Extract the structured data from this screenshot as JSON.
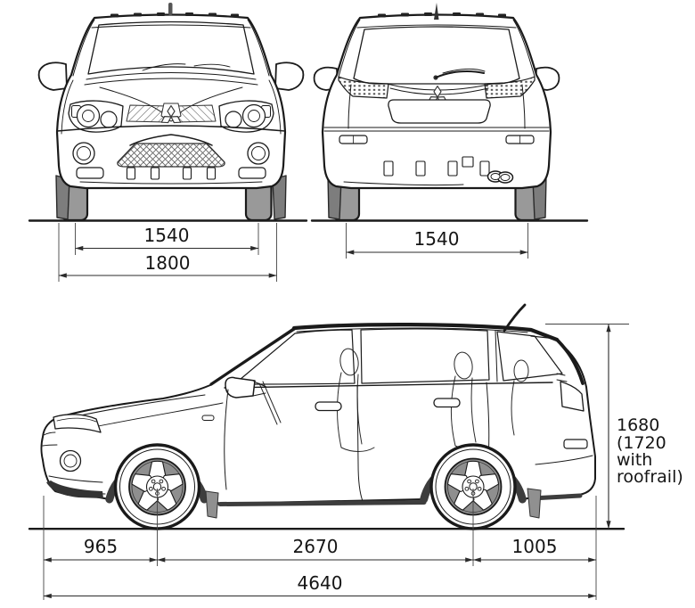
{
  "page": {
    "background": "#ffffff"
  },
  "colors": {
    "line": "#1a1a1a",
    "dimension_line": "#2b2b2b",
    "wheel_gray": "#999999",
    "dark_trim": "#3d3d3d",
    "text": "#151515"
  },
  "views": {
    "front": {
      "track_mm": "1540",
      "overall_width_mm": "1800"
    },
    "rear": {
      "track_mm": "1540"
    },
    "side": {
      "front_overhang_mm": "965",
      "wheelbase_mm": "2670",
      "rear_overhang_mm": "1005",
      "overall_length_mm": "4640",
      "height_label_lines": [
        "1680",
        "(1720",
        "with",
        "roofrail)"
      ]
    }
  }
}
